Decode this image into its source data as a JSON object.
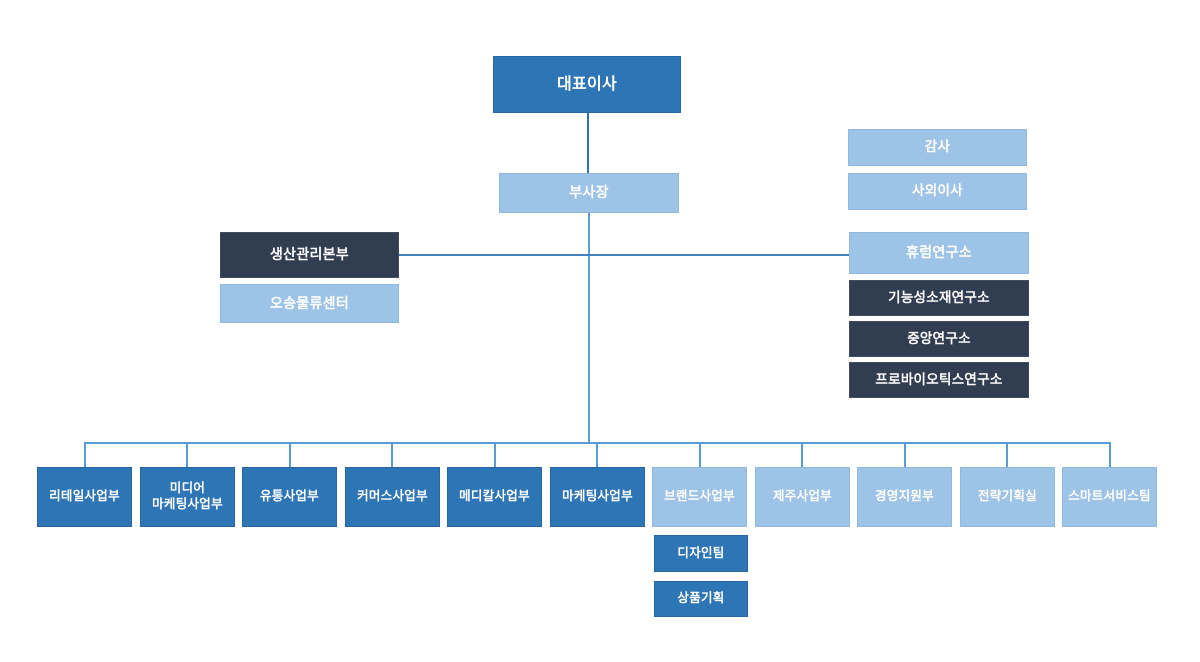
{
  "colors": {
    "primary": "#2E75B6",
    "light": "#9DC3E6",
    "dark": "#313D51",
    "line": "#5B9BD5",
    "line_mid": "#4580BF",
    "line_dark": "#2E75B6",
    "text": "#FFFFFF",
    "background": "#FFFFFF"
  },
  "org": {
    "root": {
      "label": "대표이사"
    },
    "deputy": {
      "label": "부사장"
    },
    "oversight": [
      {
        "label": "감사"
      },
      {
        "label": "사외이사"
      }
    ],
    "production_branch": [
      {
        "label": "생산관리본부"
      },
      {
        "label": "오송물류센터"
      }
    ],
    "research_branch": [
      {
        "label": "휴럼연구소"
      },
      {
        "label": "기능성소재연구소"
      },
      {
        "label": "중앙연구소"
      },
      {
        "label": "프로바이오틱스연구소"
      }
    ],
    "departments": [
      {
        "label": "리테일사업부"
      },
      {
        "label": "미디어\n마케팅사업부"
      },
      {
        "label": "유통사업부"
      },
      {
        "label": "커머스사업부"
      },
      {
        "label": "메디칼사업부"
      },
      {
        "label": "마케팅사업부"
      },
      {
        "label": "브랜드사업부"
      },
      {
        "label": "제주사업부"
      },
      {
        "label": "경영지원부"
      },
      {
        "label": "전략기획실"
      },
      {
        "label": "스마트서비스팀"
      }
    ],
    "brand_sub_teams": [
      {
        "label": "디자인팀"
      },
      {
        "label": "상품기획"
      }
    ]
  }
}
